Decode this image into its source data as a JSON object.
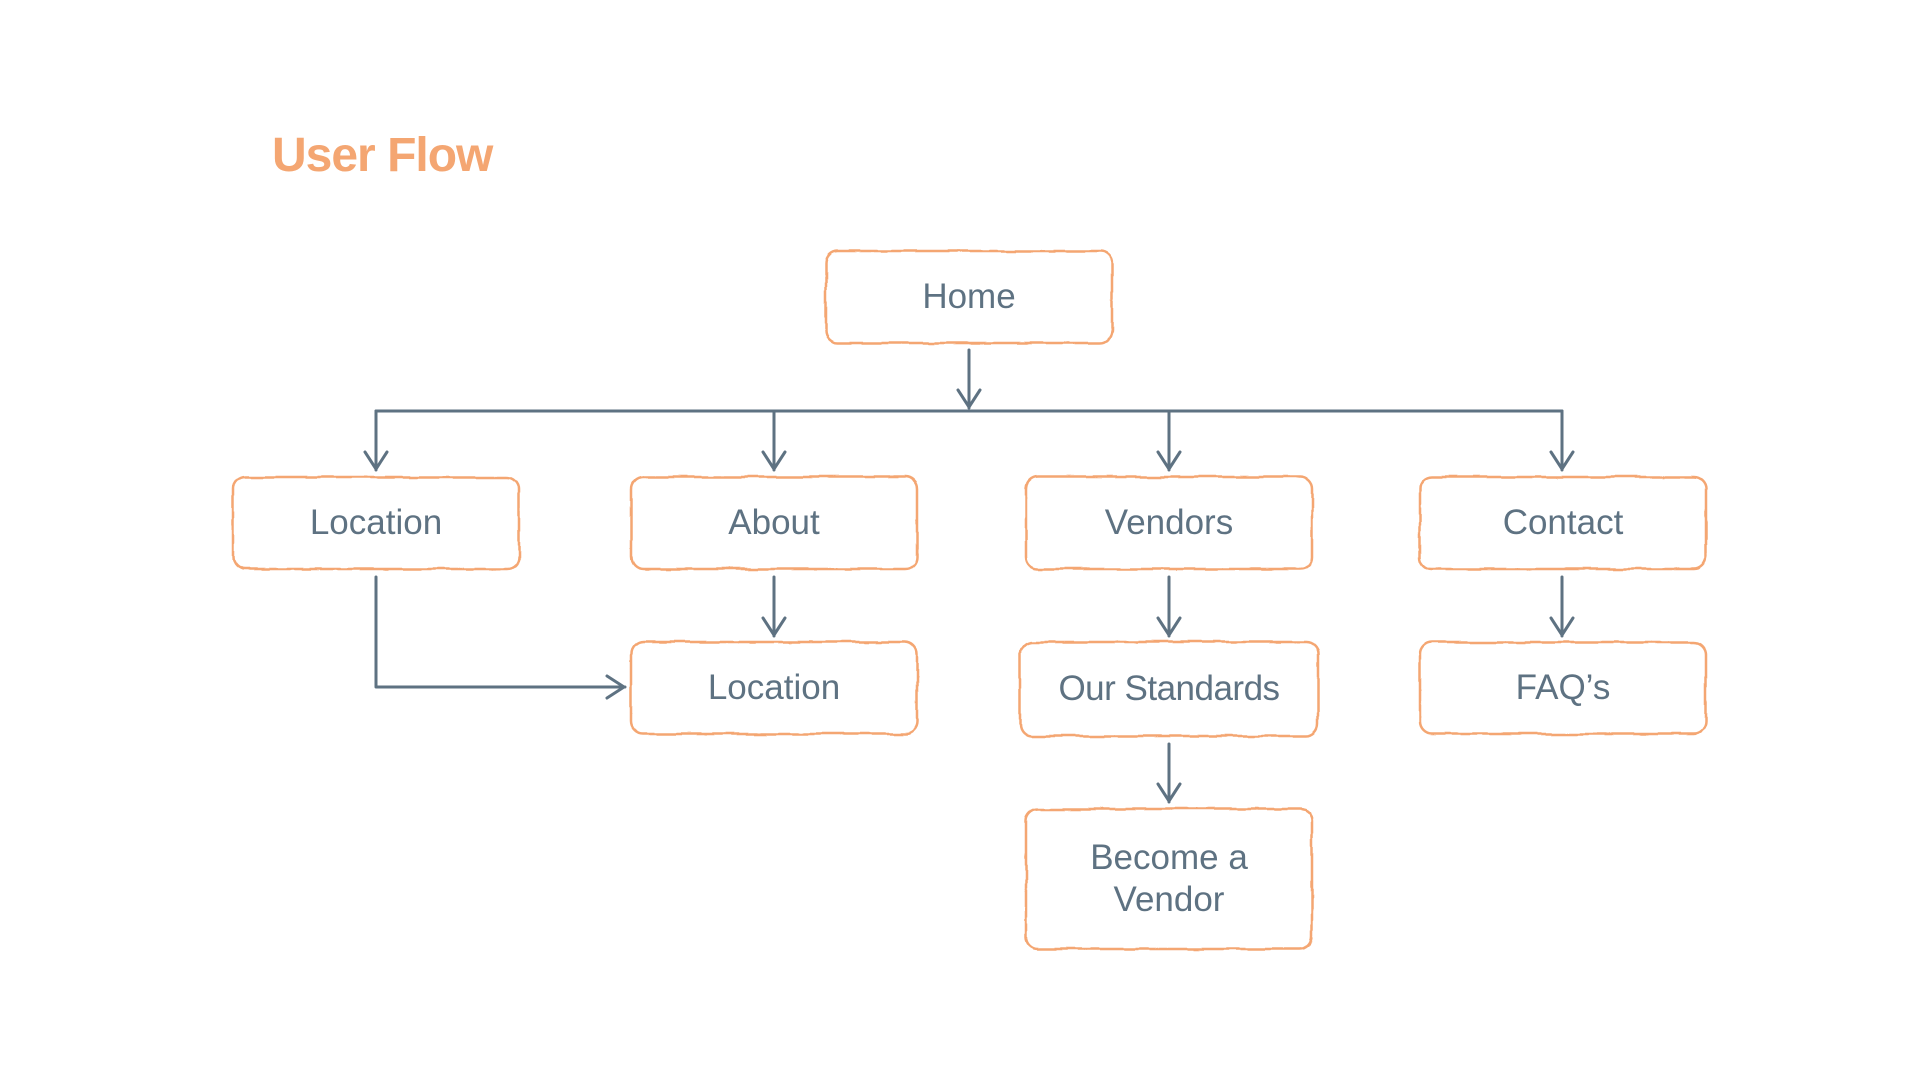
{
  "title": "User Flow",
  "colors": {
    "accent": "#F4A672",
    "text": "#5E7282",
    "connector": "#5E7282"
  },
  "nodes": {
    "home": "Home",
    "location": "Location",
    "about": "About",
    "vendors": "Vendors",
    "contact": "Contact",
    "about_location": "Location",
    "our_standards": "Our Standards",
    "faqs": "FAQ’s",
    "become_vendor": "Become a\nVendor"
  }
}
